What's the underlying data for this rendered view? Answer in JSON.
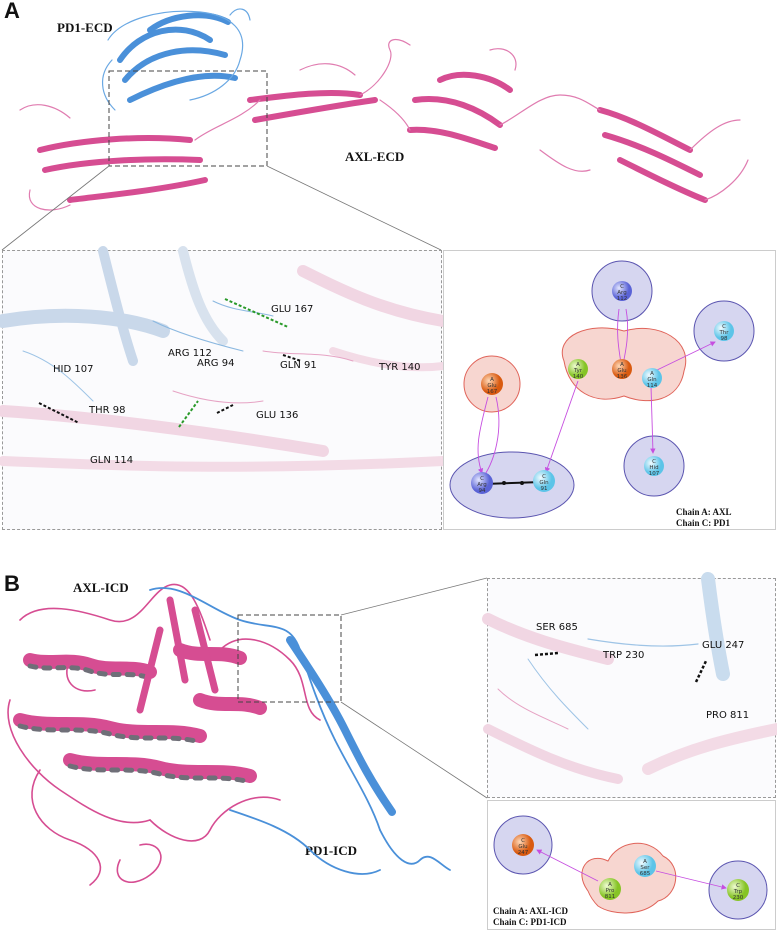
{
  "panel_a": {
    "letter": "A",
    "labels": {
      "pd1": "PD1-ECD",
      "axl": "AXL-ECD"
    },
    "residues": [
      {
        "id": "glu167",
        "text": "GLU  167"
      },
      {
        "id": "arg112",
        "text": "ARG  112"
      },
      {
        "id": "arg94",
        "text": "ARG  94"
      },
      {
        "id": "hid107",
        "text": "HID  107"
      },
      {
        "id": "gln91",
        "text": "GLN  91"
      },
      {
        "id": "tyr140",
        "text": "TYR  140"
      },
      {
        "id": "thr98",
        "text": "THR  98"
      },
      {
        "id": "glu136",
        "text": "GLU  136"
      },
      {
        "id": "gln114",
        "text": "GLN  114"
      }
    ],
    "nodes": [
      {
        "id": "argC112",
        "chain": "C",
        "name": "Arg",
        "num": "112",
        "color": "#6f78e0"
      },
      {
        "id": "thrC98",
        "chain": "C",
        "name": "Thr",
        "num": "98",
        "color": "#7fd6f0"
      },
      {
        "id": "gluA167",
        "chain": "A",
        "name": "Glu",
        "num": "167",
        "color": "#e46a1c"
      },
      {
        "id": "tyrA140",
        "chain": "A",
        "name": "Tyr",
        "num": "140",
        "color": "#9ad43a"
      },
      {
        "id": "gluA136",
        "chain": "A",
        "name": "Glu",
        "num": "136",
        "color": "#e46a1c"
      },
      {
        "id": "glnA114",
        "chain": "A",
        "name": "Gln",
        "num": "114",
        "color": "#7fd6f0"
      },
      {
        "id": "argC94",
        "chain": "C",
        "name": "Arg",
        "num": "94",
        "color": "#6f78e0"
      },
      {
        "id": "glnC91",
        "chain": "C",
        "name": "Gln",
        "num": "91",
        "color": "#7fd6f0"
      },
      {
        "id": "hidC107",
        "chain": "C",
        "name": "Hid",
        "num": "107",
        "color": "#7fd6f0"
      }
    ],
    "legend": [
      "Chain A: AXL",
      "Chain C: PD1"
    ]
  },
  "panel_b": {
    "letter": "B",
    "labels": {
      "axl": "AXL-ICD",
      "pd1": "PD1-ICD"
    },
    "residues": [
      {
        "id": "ser685",
        "text": "SER  685"
      },
      {
        "id": "trp230",
        "text": "TRP  230"
      },
      {
        "id": "glu247",
        "text": "GLU  247"
      },
      {
        "id": "pro811",
        "text": "PRO  811"
      }
    ],
    "nodes": [
      {
        "id": "gluC247",
        "chain": "C",
        "name": "Glu",
        "num": "247",
        "color": "#e46a1c"
      },
      {
        "id": "serA685",
        "chain": "A",
        "name": "Ser",
        "num": "685",
        "color": "#7fd6f0"
      },
      {
        "id": "proA811",
        "chain": "A",
        "name": "Pro",
        "num": "811",
        "color": "#9ad43a"
      },
      {
        "id": "trpC230",
        "chain": "C",
        "name": "Trp",
        "num": "230",
        "color": "#9ad43a"
      }
    ],
    "legend": [
      "Chain A: AXL-ICD",
      "Chain C: PD1-ICD"
    ]
  }
}
